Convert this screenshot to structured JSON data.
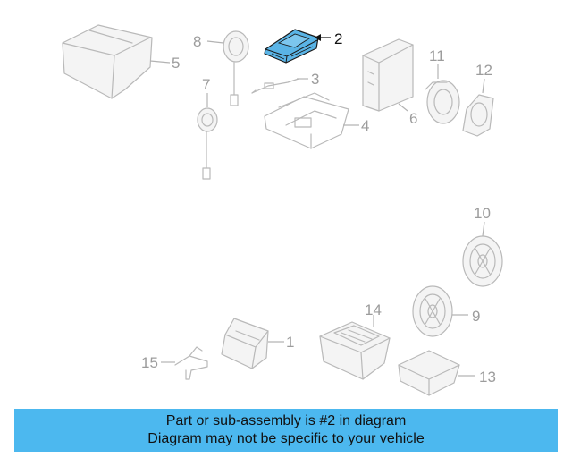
{
  "highlight_color": "#5ab4e6",
  "banner_color": "#4cb8ef",
  "callouts": {
    "c1": "1",
    "c2": "2",
    "c3": "3",
    "c4": "4",
    "c5": "5",
    "c6": "6",
    "c7": "7",
    "c8": "8",
    "c9": "9",
    "c10": "10",
    "c11": "11",
    "c12": "12",
    "c13": "13",
    "c14": "14",
    "c15": "15"
  },
  "banner": {
    "line1": "Part or sub-assembly is #2 in diagram",
    "line2": "Diagram may not be specific to your vehicle"
  }
}
